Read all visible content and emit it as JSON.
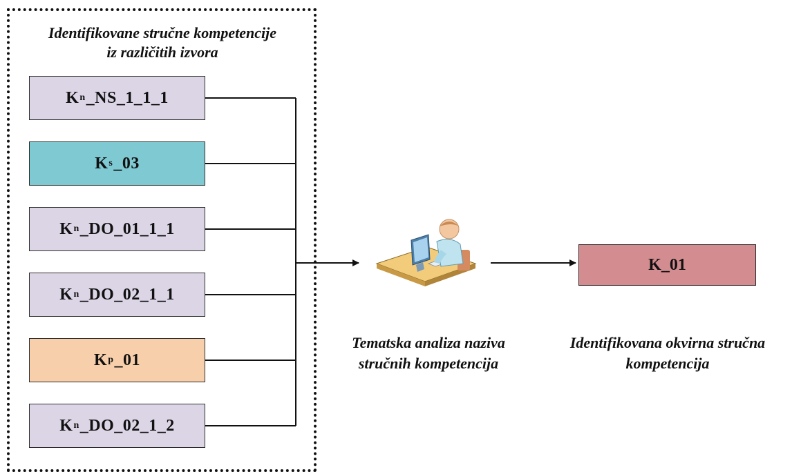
{
  "group": {
    "title_line1": "Identifikovane stručne kompetencije",
    "title_line2": "iz različitih izvora"
  },
  "competencies": [
    {
      "pre": "K",
      "sub": "n",
      "post": "_NS_1_1_1",
      "color": "#dcd5e6"
    },
    {
      "pre": "K",
      "sub": "s",
      "post": "_03",
      "color": "#7fc9d3"
    },
    {
      "pre": "K",
      "sub": "n",
      "post": "_DO_01_1_1",
      "color": "#dcd5e6"
    },
    {
      "pre": "K",
      "sub": "n",
      "post": "_DO_02_1_1",
      "color": "#dcd5e6"
    },
    {
      "pre": "K",
      "sub": "p",
      "post": "_01",
      "color": "#f8cfab"
    },
    {
      "pre": "K",
      "sub": "n",
      "post": "_DO_02_1_2",
      "color": "#dcd5e6"
    }
  ],
  "analysis": {
    "icon": "person-at-computer-icon",
    "caption_line1": "Tematska analiza naziva",
    "caption_line2": "stručnih kompetencija"
  },
  "output": {
    "label": "K_01",
    "color": "#d38c8f",
    "caption_line1": "Identifikovana okvirna stručna",
    "caption_line2": "kompetencija"
  }
}
